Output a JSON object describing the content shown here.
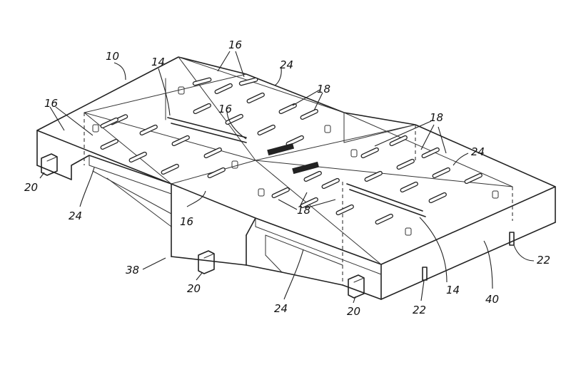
{
  "labels": {
    "l10": "10",
    "l14a": "14",
    "l14b": "14",
    "l16a": "16",
    "l16b": "16",
    "l16c": "16",
    "l16d": "16",
    "l18a": "18",
    "l18b": "18",
    "l18c": "18",
    "l20a": "20",
    "l20b": "20",
    "l20c": "20",
    "l22a": "22",
    "l22b": "22",
    "l24a": "24",
    "l24b": "24",
    "l24c": "24",
    "l24d": "24",
    "l38": "38",
    "l40": "40"
  }
}
